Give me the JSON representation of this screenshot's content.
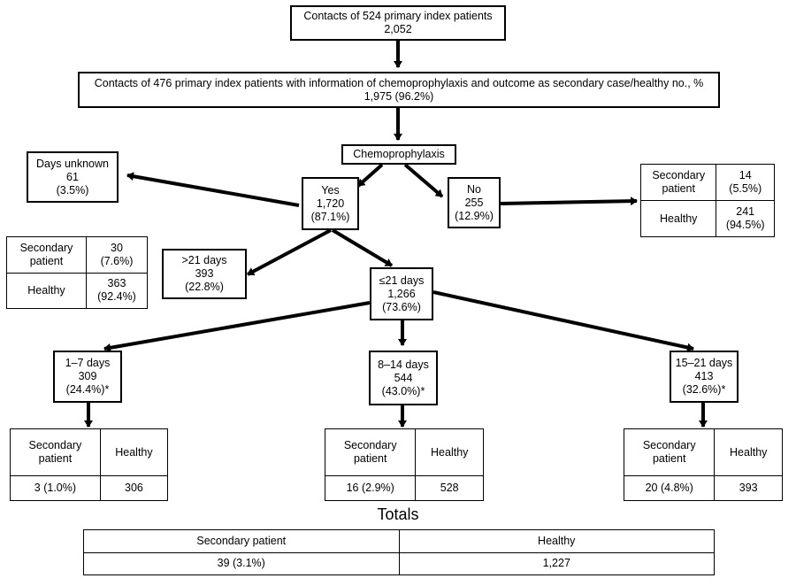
{
  "nodes": {
    "top": {
      "line1": "Contacts of 524 primary index patients",
      "line2": "2,052"
    },
    "contacts476": {
      "line1": "Contacts of 476 primary index patients with information of chemoprophylaxis and outcome as secondary case/healthy no., %",
      "line2": "1,975 (96.2%)"
    },
    "chemo": {
      "line1": "Chemoprophylaxis"
    },
    "days_unknown": {
      "line1": "Days unknown",
      "line2": "61",
      "line3": "(3.5%)"
    },
    "yes": {
      "line1": "Yes",
      "line2": "1,720",
      "line3": "(87.1%)"
    },
    "no": {
      "line1": "No",
      "line2": "255",
      "line3": "(12.9%)"
    },
    "gt21": {
      "line1": ">21 days",
      "line2": "393",
      "line3": "(22.8%)"
    },
    "le21": {
      "line1": "≤21 days",
      "line2": "1,266",
      "line3": "(73.6%)"
    },
    "d1_7": {
      "line1": "1–7 days",
      "line2": "309",
      "line3": "(24.4%)*"
    },
    "d8_14": {
      "line1": "8–14 days",
      "line2": "544",
      "line3": "(43.0%)*"
    },
    "d15_21": {
      "line1": "15–21 days",
      "line2": "413",
      "line3": "(32.6%)*"
    }
  },
  "outcome_tables": {
    "no": {
      "r1c1_a": "Secondary",
      "r1c1_b": "patient",
      "r1c2_a": "14",
      "r1c2_b": "(5.5%)",
      "r2c1": "Healthy",
      "r2c2_a": "241",
      "r2c2_b": "(94.5%)"
    },
    "gt21": {
      "r1c1_a": "Secondary",
      "r1c1_b": "patient",
      "r1c2_a": "30",
      "r1c2_b": "(7.6%)",
      "r2c1": "Healthy",
      "r2c2_a": "363",
      "r2c2_b": "(92.4%)"
    },
    "d1_7": {
      "h1_a": "Secondary",
      "h1_b": "patient",
      "h2": "Healthy",
      "v1": "3 (1.0%)",
      "v2": "306"
    },
    "d8_14": {
      "h1_a": "Secondary",
      "h1_b": "patient",
      "h2": "Healthy",
      "v1": "16 (2.9%)",
      "v2": "528"
    },
    "d15_21": {
      "h1_a": "Secondary",
      "h1_b": "patient",
      "h2": "Healthy",
      "v1": "20 (4.8%)",
      "v2": "393"
    }
  },
  "totals": {
    "title": "Totals",
    "h1": "Secondary patient",
    "h2": "Healthy",
    "v1": "39 (3.1%)",
    "v2": "1,227"
  }
}
